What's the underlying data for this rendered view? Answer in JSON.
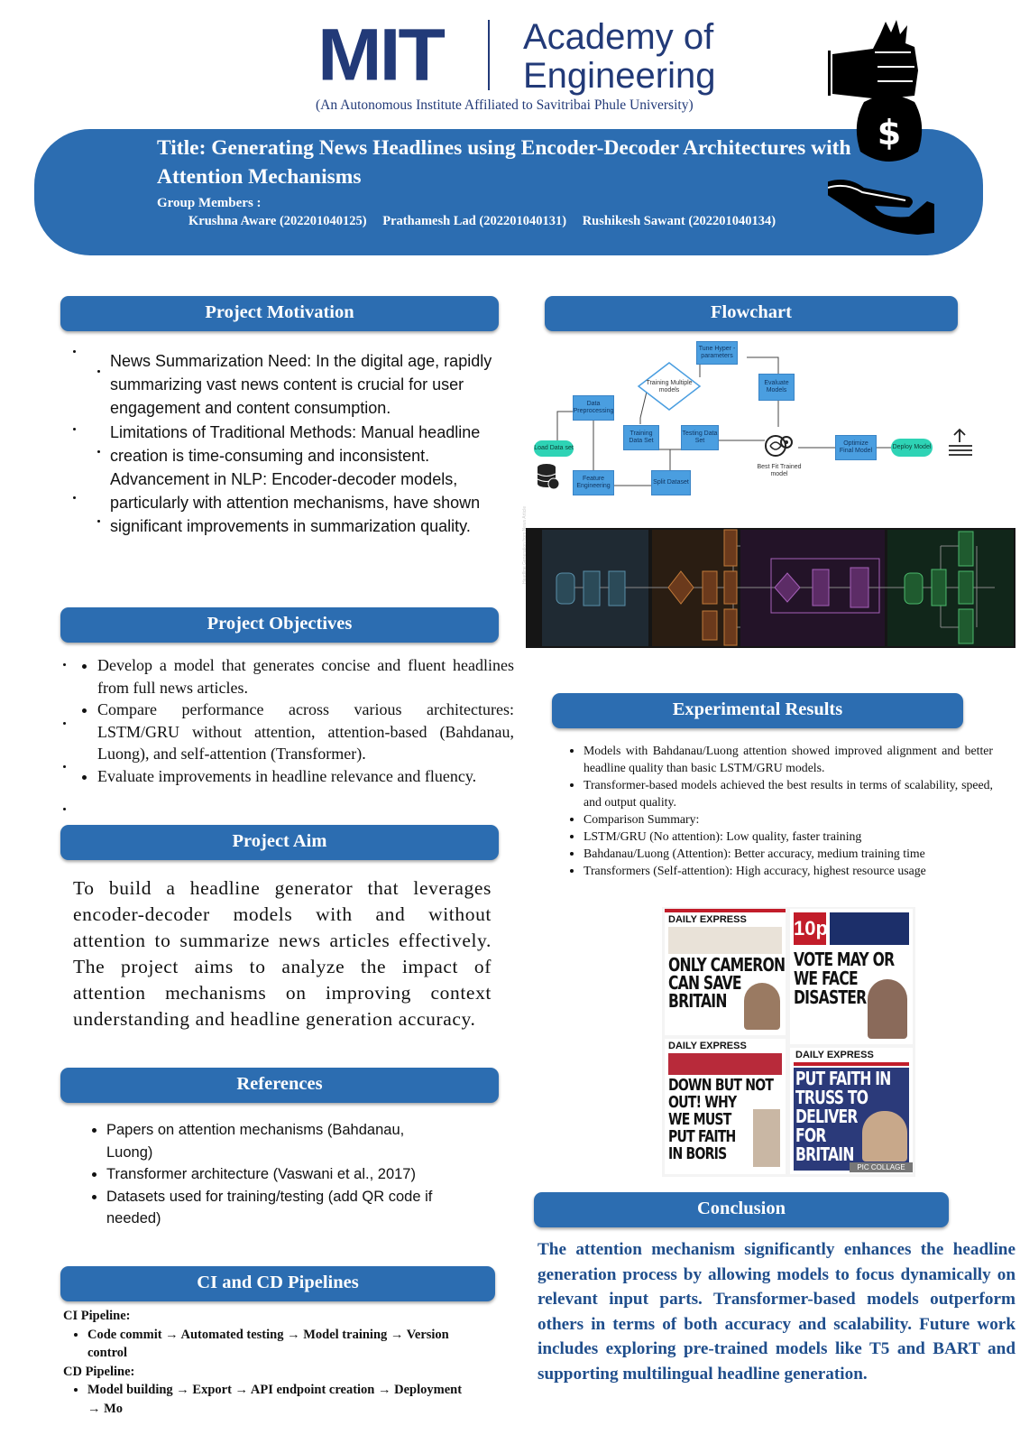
{
  "header": {
    "logo_mit": "MIT",
    "logo_academy_line1": "Academy of",
    "logo_academy_line2": "Engineering",
    "logo_subtitle": "(An Autonomous Institute Affiliated to Savitribai Phule University)",
    "title": "Title: Generating News Headlines using Encoder-Decoder Architectures with Attention Mechanisms",
    "members_label": "Group Members  :",
    "members": [
      "Krushna Aware (202201040125)",
      "Prathamesh Lad (202201040131)",
      "Rushikesh Sawant (202201040134)"
    ]
  },
  "motivation": {
    "heading": "Project Motivation",
    "items": [
      "News Summarization Need: In the digital age, rapidly summarizing vast news content is crucial for user engagement and content consumption.",
      "Limitations of Traditional Methods: Manual headline creation is time-consuming and inconsistent.",
      "Advancement in NLP: Encoder-decoder models, particularly with attention mechanisms, have shown significant improvements in summarization quality."
    ]
  },
  "objectives": {
    "heading": "Project Objectives",
    "items": [
      "Develop a model that generates concise and fluent headlines from full news articles.",
      "Compare performance across various architectures: LSTM/GRU without attention, attention-based (Bahdanau, Luong), and self-attention (Transformer).",
      "Evaluate improvements in headline relevance and fluency."
    ]
  },
  "aim": {
    "heading": "Project Aim",
    "text": "To build a headline generator that leverages encoder-decoder models with and without attention to summarize news articles effectively. The project aims to analyze the impact of attention mechanisms on improving context understanding and headline generation accuracy."
  },
  "references": {
    "heading": "References",
    "items": [
      "Papers on attention mechanisms (Bahdanau, Luong)",
      "Transformer architecture (Vaswani et al., 2017)",
      "Datasets used for training/testing (add QR code if needed)"
    ]
  },
  "cicd": {
    "heading": "CI and CD Pipelines",
    "ci_label": "CI Pipeline:",
    "ci_item": "Code commit → Automated testing → Model training → Version control",
    "cd_label": "CD Pipeline:",
    "cd_item": "Model building → Export → API endpoint creation → Deployment → Mo"
  },
  "flowchart": {
    "heading": "Flowchart",
    "nodes": {
      "load": "Load Data set",
      "preprocess": "Data Preprocessing",
      "feature": "Feature Engineering",
      "split": "Split Dataset",
      "train_set": "Training Data Set",
      "test_set": "Testing Data Set",
      "train_multi": "Training Multiple models",
      "tune": "Tune Hyper -parameters",
      "evaluate": "Evaluate Models",
      "best_fit": "Best Fit Trained model",
      "optimize": "Optimize Final Model",
      "deploy": "Deploy Model"
    },
    "pipeline_label": "Headline Generation from News Article"
  },
  "results": {
    "heading": "Experimental Results",
    "items": [
      "Models with Bahdanau/Luong attention showed improved alignment and better headline quality than basic LSTM/GRU models.",
      "Transformer-based models achieved the best results in terms of scalability, speed, and output quality.",
      "Comparison Summary:",
      "LSTM/GRU (No attention): Low quality, faster training",
      "Bahdanau/Luong (Attention): Better accuracy, medium training time",
      "Transformers (Self-attention): High accuracy, highest resource usage"
    ]
  },
  "collage": {
    "papers": [
      {
        "mast": "DAILY EXPRESS",
        "headline": [
          "ONLY CAMERON",
          "CAN SAVE",
          "BRITAIN"
        ]
      },
      {
        "mast": "10p",
        "headline": [
          "VOTE MAY OR",
          "WE FACE",
          "DISASTER"
        ]
      },
      {
        "mast": "DAILY EXPRESS",
        "headline": [
          "DOWN BUT NOT",
          "OUT! WHY",
          "WE MUST",
          "PUT FAITH",
          "IN BORIS"
        ]
      },
      {
        "mast": "DAILY EXPRESS",
        "headline": [
          "PUT FAITH IN",
          "TRUSS TO",
          "DELIVER",
          "FOR",
          "BRITAIN"
        ]
      }
    ],
    "watermark": "PIC COLLAGE"
  },
  "conclusion": {
    "heading": "Conclusion",
    "text": "The attention mechanism significantly enhances the headline generation process by allowing models to focus dynamically on relevant input parts. Transformer-based models outperform others in terms of both accuracy and scalability. Future work includes exploring pre-trained models like T5 and BART and supporting multilingual headline generation."
  },
  "colors": {
    "banner_blue": "#2c6db1",
    "logo_navy": "#223a78",
    "conclusion_text": "#1f4e8c",
    "flow_box": "#4a9ee0",
    "flow_pill": "#2ed3b5"
  }
}
